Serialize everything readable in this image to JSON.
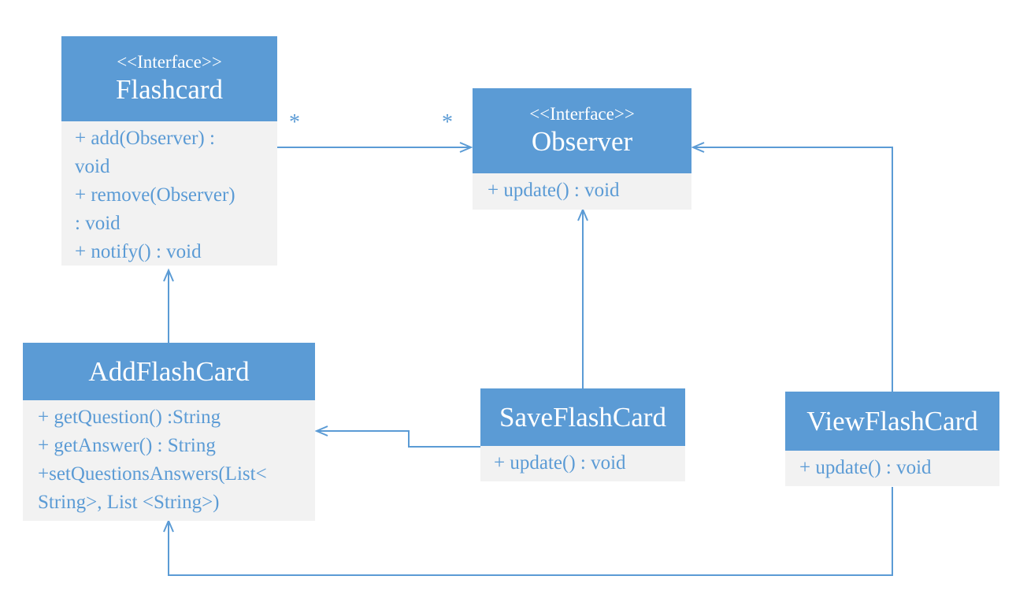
{
  "classes": {
    "flashcard": {
      "stereotype": "<<Interface>>",
      "name": "Flashcard",
      "operations": [
        "+ add(Observer) :",
        "void",
        "+ remove(Observer)",
        ": void",
        "+ notify() : void"
      ]
    },
    "observer": {
      "stereotype": "<<Interface>>",
      "name": "Observer",
      "operations": [
        "+ update() : void"
      ]
    },
    "add_flash_card": {
      "name": "AddFlashCard",
      "operations": [
        "+ getQuestion() :String",
        "+ getAnswer() : String",
        "+setQuestionsAnswers(List<",
        "String>, List <String>)"
      ]
    },
    "save_flash_card": {
      "name": "SaveFlashCard",
      "operations": [
        "+ update() : void"
      ]
    },
    "view_flash_card": {
      "name": "ViewFlashCard",
      "operations": [
        "+ update() : void"
      ]
    }
  },
  "multiplicities": {
    "flashcard_end": "*",
    "observer_end": "*"
  },
  "colors": {
    "header_fill": "#5b9bd5",
    "body_fill": "#f2f2f2",
    "line": "#5b9bd5",
    "text_on_header": "#ffffff"
  }
}
